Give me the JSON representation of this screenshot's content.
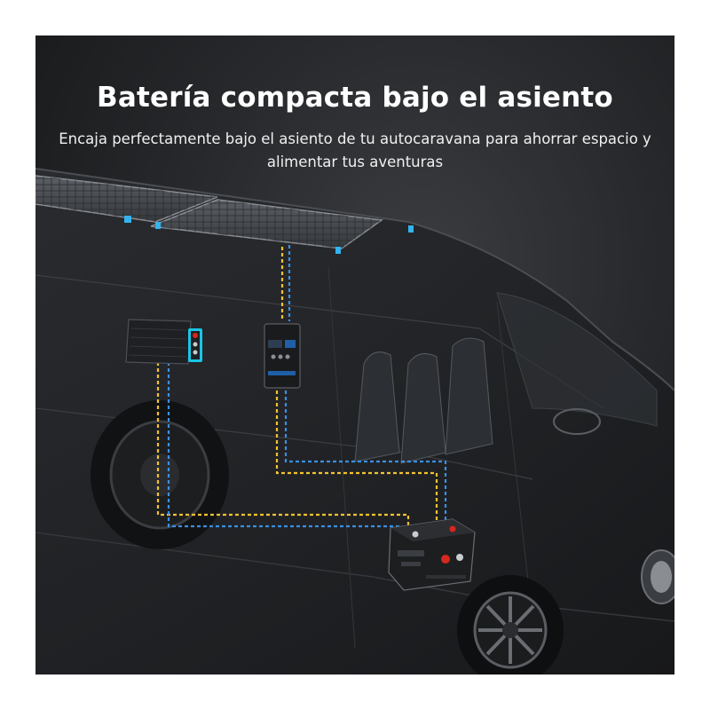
{
  "header": {
    "title": "Batería compacta bajo el asiento",
    "subtitle": "Encaja perfectamente bajo el asiento de tu autocaravana para ahorrar espacio y alimentar tus aventuras"
  },
  "colors": {
    "background_dark": "#141516",
    "cable_yellow": "#f2c230",
    "cable_blue": "#3b8fe0",
    "panel_accent": "#33b4f0",
    "terminal_red": "#d6281e",
    "charger_cyan": "#19c6e6"
  },
  "scene": {
    "components": [
      "solar-panels",
      "charge-controller",
      "dc-dc-charger",
      "battery",
      "van"
    ]
  }
}
